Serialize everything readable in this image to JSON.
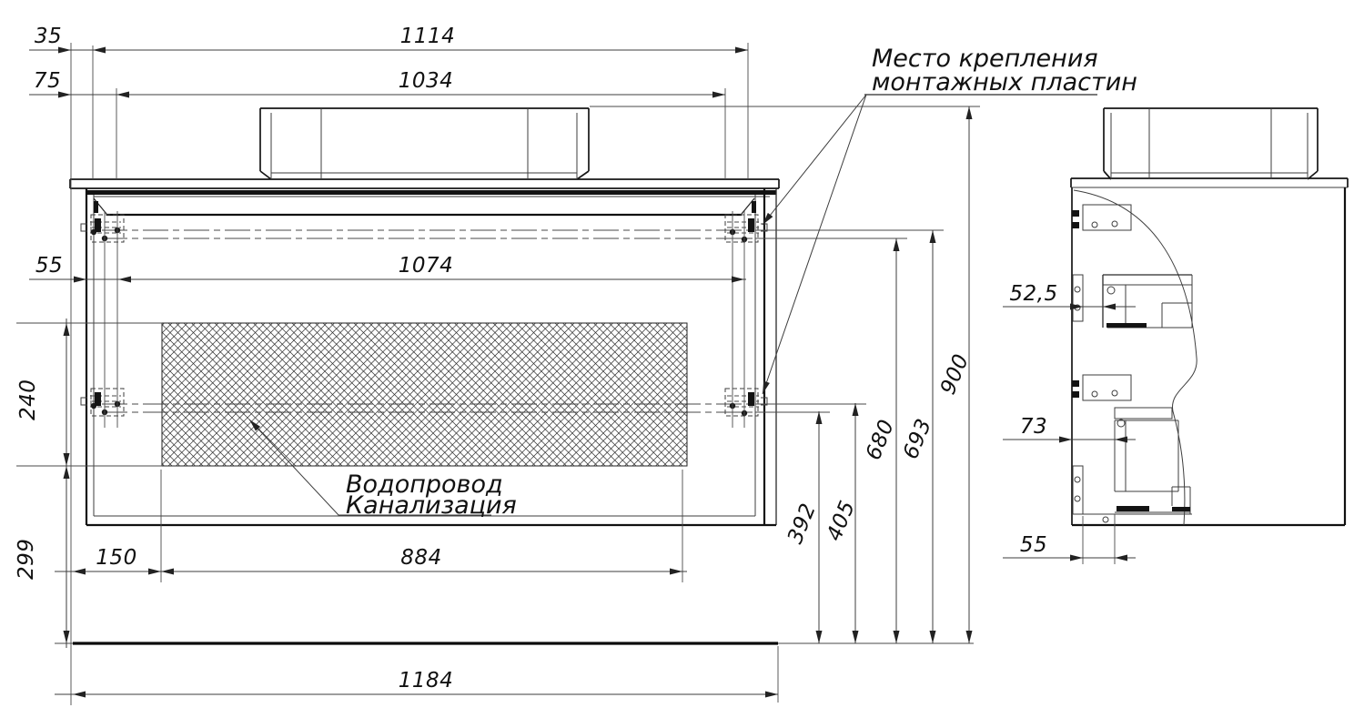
{
  "drawing": {
    "labels": {
      "mounting_note_line1": "Место крепления",
      "mounting_note_line2": "монтажных пластин",
      "plumbing_note_line1": "Водопровод",
      "plumbing_note_line2": "Канализация"
    },
    "dims": {
      "d35": "35",
      "d75": "75",
      "d1114": "1114",
      "d1034": "1034",
      "d55_left": "55",
      "d1074": "1074",
      "d240": "240",
      "d299": "299",
      "d150": "150",
      "d884": "884",
      "d1184": "1184",
      "d392": "392",
      "d405": "405",
      "d680": "680",
      "d693": "693",
      "d900": "900",
      "d52_5": "52,5",
      "d73": "73",
      "d55_side": "55"
    },
    "colors": {
      "line": "#1b1b1b",
      "background": "#ffffff"
    }
  }
}
